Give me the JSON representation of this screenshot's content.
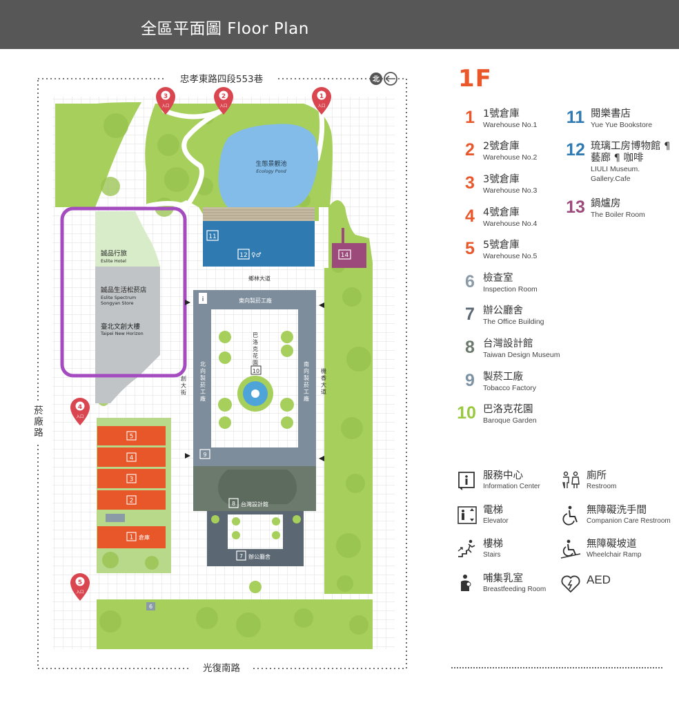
{
  "header": {
    "title": "全區平面圖 Floor Plan"
  },
  "map": {
    "streets": {
      "north": "忠孝東路四段553巷",
      "south": "光復南路",
      "west_chars": [
        "菸",
        "廠",
        "路"
      ]
    },
    "north_label": "北",
    "entrances": [
      {
        "num": "3",
        "label": "入口"
      },
      {
        "num": "2",
        "label": "入口"
      },
      {
        "num": "1",
        "label": "入口"
      },
      {
        "num": "4",
        "label": "入口"
      },
      {
        "num": "5",
        "label": "入口"
      }
    ],
    "pond": {
      "zh": "生態景觀池",
      "en": "Ecology Pond"
    },
    "road": "鄉林大道",
    "west_street_chars": [
      "創",
      "大",
      "街"
    ],
    "east_street_chars": [
      "機",
      "香",
      "大",
      "道"
    ],
    "east_wing_chars": [
      "南",
      "向",
      "製",
      "菸",
      "工",
      "廠"
    ],
    "west_wing_chars": [
      "北",
      "向",
      "製",
      "菸",
      "工",
      "廠"
    ],
    "garden_chars": [
      "巴",
      "洛",
      "克",
      "花",
      "園"
    ],
    "north_wing": "東向製菸工廠",
    "buildings": {
      "hotel": {
        "zh": "誠品行旅",
        "en": "Eslite Hotel"
      },
      "store": {
        "zh": "誠品生活松菸店",
        "en1": "Eslite Spectrum",
        "en2": "Songyan Store"
      },
      "horizon": {
        "zh": "臺北文創大樓",
        "en": "Taipei New Horizon"
      },
      "design_museum": "台灣設計館",
      "office": "辦公廳舍",
      "warehouse": "倉庫"
    },
    "badges": {
      "b11": "11",
      "b12": "12",
      "b14": "14",
      "b10": "10",
      "b9": "9",
      "b8": "8",
      "b7": "7",
      "b6": "6",
      "w5": "5",
      "w4": "4",
      "w3": "3",
      "w2": "2",
      "w1": "1"
    },
    "colors": {
      "green": "#a6cf5c",
      "pond": "#83bce8",
      "blue": "#2f7ab1",
      "gray": "#7d8d9c",
      "dark_gray": "#5b6873",
      "warehouse": "#e7572a",
      "magenta": "#9b4a7b",
      "highlight": "#a44bc0"
    }
  },
  "legend": {
    "floor": "1F",
    "items": [
      {
        "num": "1",
        "zh": "1號倉庫",
        "en": "Warehouse No.1",
        "color": "#e9572b"
      },
      {
        "num": "2",
        "zh": "2號倉庫",
        "en": "Warehouse No.2",
        "color": "#e9572b"
      },
      {
        "num": "3",
        "zh": "3號倉庫",
        "en": "Warehouse No.3",
        "color": "#e9572b"
      },
      {
        "num": "4",
        "zh": "4號倉庫",
        "en": "Warehouse No.4",
        "color": "#e9572b"
      },
      {
        "num": "5",
        "zh": "5號倉庫",
        "en": "Warehouse No.5",
        "color": "#e9572b"
      },
      {
        "num": "6",
        "zh": "檢查室",
        "en": "Inspection Room",
        "color": "#8a9ba7"
      },
      {
        "num": "7",
        "zh": "辦公廳舍",
        "en": "The Office Building",
        "color": "#5b6873"
      },
      {
        "num": "8",
        "zh": "台灣設計館",
        "en": "Taiwan Design Museum",
        "color": "#6c7a6d"
      },
      {
        "num": "9",
        "zh": "製菸工廠",
        "en": "Tobacco Factory",
        "color": "#7d93a4"
      },
      {
        "num": "10",
        "zh": "巴洛克花園",
        "en": "Baroque Garden",
        "color": "#99c93f"
      },
      {
        "num": "11",
        "zh": "閱樂書店",
        "en": "Yue Yue Bookstore",
        "color": "#2f7ab1"
      },
      {
        "num": "12",
        "zh1": "琉璃工房博物館 ¶",
        "zh2": "藝廊 ¶ 咖啡",
        "en1": "LIULI Museum.",
        "en2": "Gallery.Cafe",
        "color": "#2f7ab1"
      },
      {
        "num": "13",
        "zh": "鍋爐房",
        "en": "The Boiler Room",
        "color": "#9b4a7b"
      }
    ],
    "facilities": [
      {
        "icon": "info-icon",
        "zh": "服務中心",
        "en": "Information Center"
      },
      {
        "icon": "restroom-icon",
        "zh": "廁所",
        "en": "Restroom"
      },
      {
        "icon": "elevator-icon",
        "zh": "電梯",
        "en": "Elevator"
      },
      {
        "icon": "accessible-restroom-icon",
        "zh": "無障礙洗手間",
        "en": "Companion Care Restroom"
      },
      {
        "icon": "stairs-icon",
        "zh": "樓梯",
        "en": "Stairs"
      },
      {
        "icon": "wheelchair-ramp-icon",
        "zh": "無障礙坡道",
        "en": "Wheelchair Ramp"
      },
      {
        "icon": "breastfeeding-icon",
        "zh": "哺集乳室",
        "en": "Breastfeeding Room"
      },
      {
        "icon": "aed-icon",
        "zh": "AED",
        "en": ""
      }
    ]
  }
}
